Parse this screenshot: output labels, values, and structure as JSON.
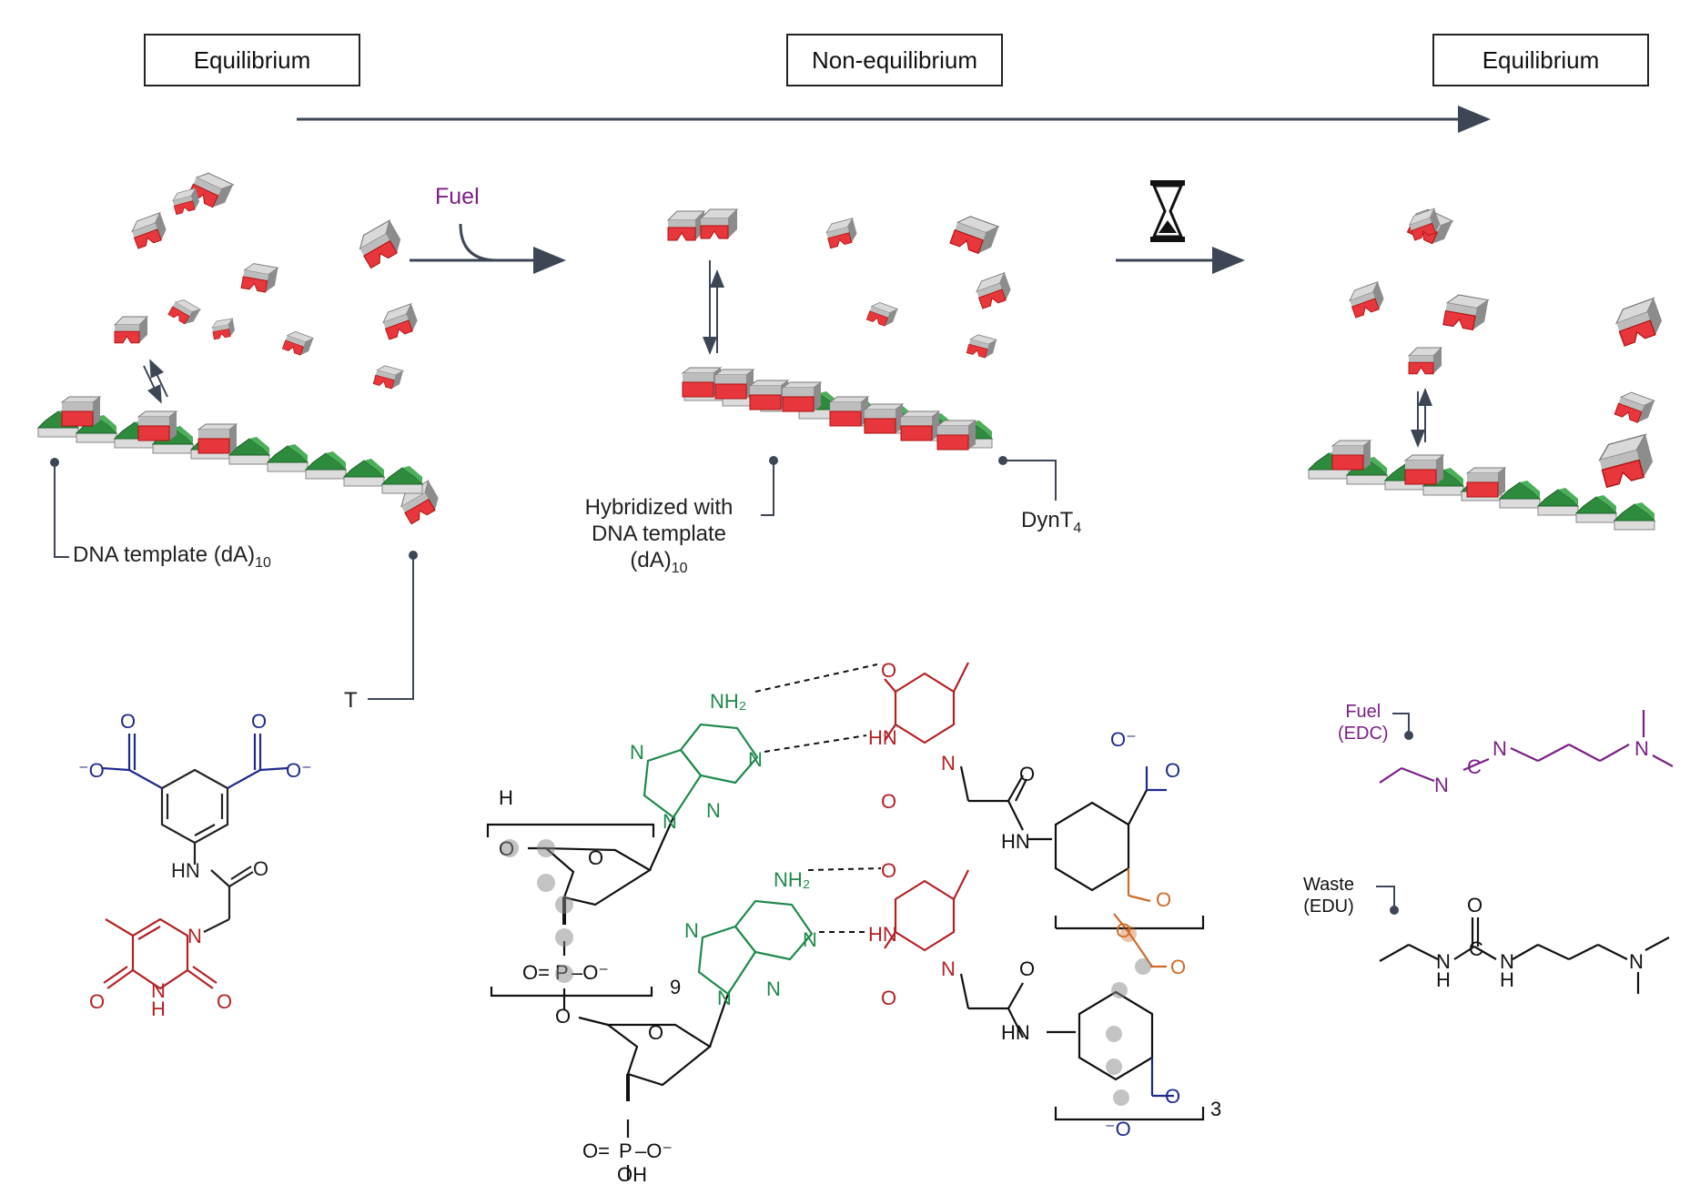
{
  "stages": {
    "left": "Equilibrium",
    "middle": "Non-equilibrium",
    "right": "Equilibrium"
  },
  "fuel_arrow_label": "Fuel",
  "labels": {
    "dna_template": "DNA template (dA)",
    "dna_template_sub": "10",
    "hybridized_line1": "Hybridized with",
    "hybridized_line2": "DNA template",
    "hybridized_line3": "(dA)",
    "hybridized_sub": "10",
    "dynt4": "DynT",
    "dynt4_sub": "4",
    "t_label": "T"
  },
  "reagents": {
    "fuel_line1": "Fuel",
    "fuel_line2": "(EDC)",
    "waste_line1": "Waste",
    "waste_line2": "(EDU)"
  },
  "colors": {
    "arrow": "#3c4655",
    "monomer_red": "#e8373c",
    "monomer_grey": "#b4b4b4",
    "template_green": "#2e8b3e",
    "carboxylate_blue": "#1f2a8c",
    "thymine_red": "#b52024",
    "adenine_green": "#1f8a4c",
    "anhydride_orange": "#d06a2a",
    "fuel_purple": "#7b1f87"
  },
  "icons": [
    "hourglass-icon",
    "fuel-arrow-icon"
  ]
}
